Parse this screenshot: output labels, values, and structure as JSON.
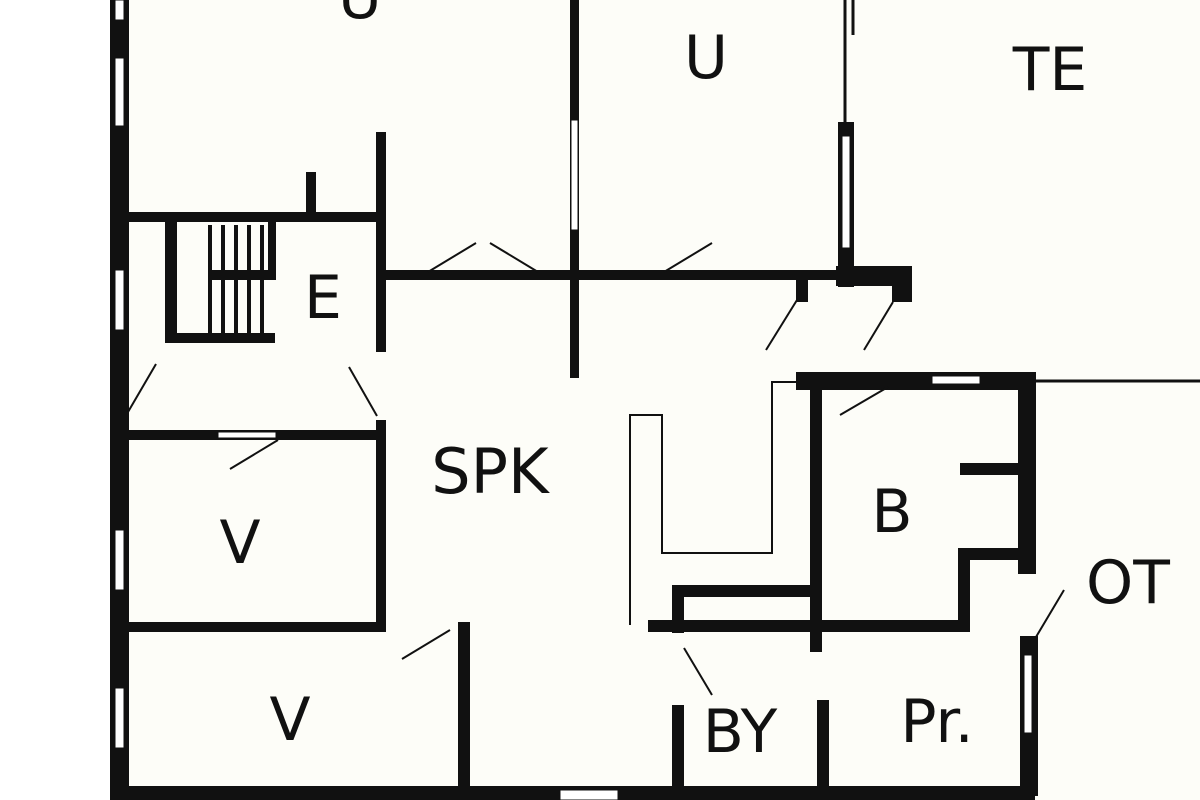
{
  "colors": {
    "background": "#ffffff",
    "floor": "#fdfdf8",
    "wall": "#111111",
    "window": "#ffffff"
  },
  "rooms": {
    "u_top_left": "U",
    "u_top_mid": "U",
    "te": "TE",
    "entry": "E",
    "spk": "SPK",
    "bedroom_upper": "V",
    "bedroom_lower": "V",
    "bathroom": "B",
    "ot": "OT",
    "laundry": "BY",
    "pantry": "Pr."
  }
}
